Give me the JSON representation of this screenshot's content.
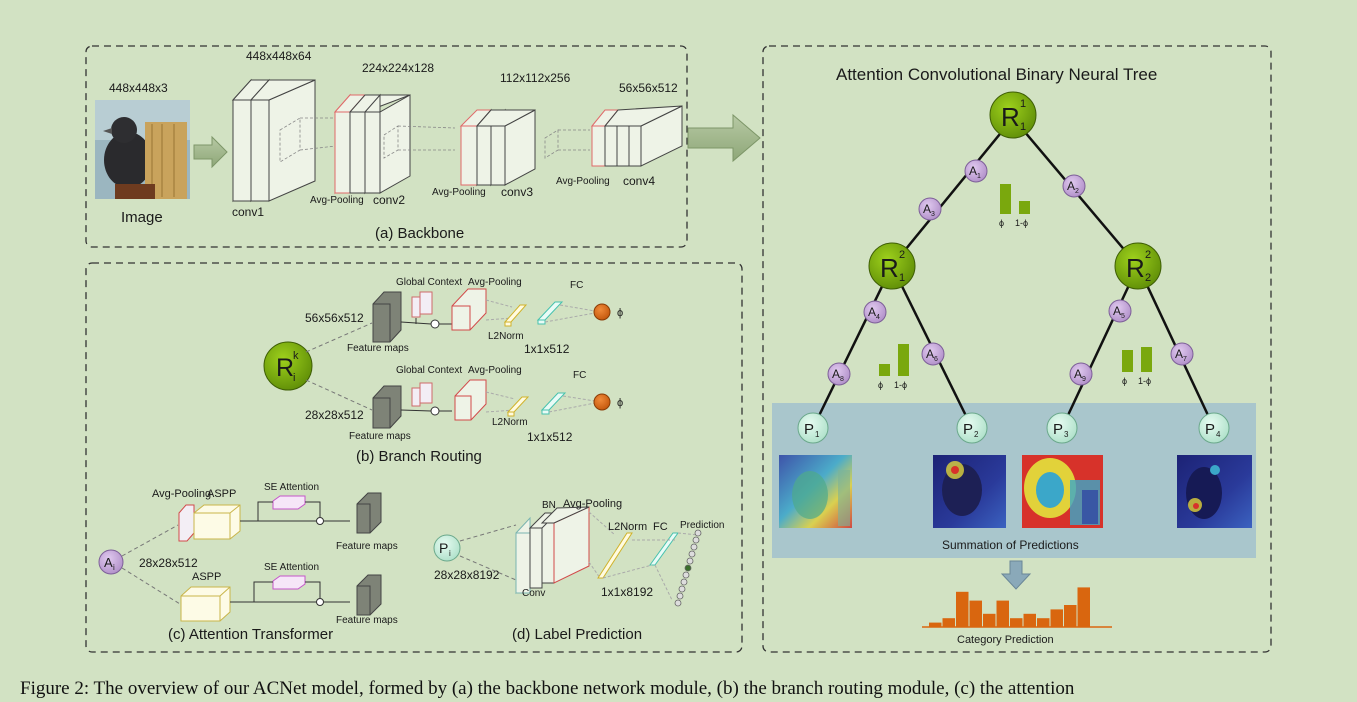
{
  "figure": {
    "caption": "Figure 2: The overview of our ACNet model, formed by (a) the backbone network module, (b) the branch routing module, (c) the attention",
    "backbone": {
      "title": "(a) Backbone",
      "image_size": "448x448x3",
      "image_label": "Image",
      "dims": [
        "448x448x64",
        "224x224x128",
        "112x112x256",
        "56x56x512"
      ],
      "conv_labels": [
        "conv1",
        "conv2",
        "conv3",
        "conv4"
      ],
      "pool_label": "Avg-Pooling"
    },
    "tree": {
      "title": "Attention Convolutional Binary Neural Tree",
      "root": {
        "base": "R",
        "sup": "1",
        "sub": "1"
      },
      "level2": [
        {
          "base": "R",
          "sup": "2",
          "sub": "1"
        },
        {
          "base": "R",
          "sup": "2",
          "sub": "2"
        }
      ],
      "attention_nodes": [
        {
          "base": "A",
          "sub": "1"
        },
        {
          "base": "A",
          "sub": "2"
        },
        {
          "base": "A",
          "sub": "3"
        },
        {
          "base": "A",
          "sub": "4"
        },
        {
          "base": "A",
          "sub": "5"
        },
        {
          "base": "A",
          "sub": "6"
        },
        {
          "base": "A",
          "sub": "7"
        },
        {
          "base": "A",
          "sub": "8"
        },
        {
          "base": "A",
          "sub": "9"
        }
      ],
      "leaves": [
        {
          "base": "P",
          "sub": "1"
        },
        {
          "base": "P",
          "sub": "2"
        },
        {
          "base": "P",
          "sub": "3"
        },
        {
          "base": "P",
          "sub": "4"
        }
      ],
      "phi_label": "ϕ",
      "one_minus_phi_label": "1-ϕ",
      "summation_label": "Summation of Predictions",
      "category_label": "Category Prediction",
      "category_bars": [
        1,
        2,
        8,
        6,
        3,
        6,
        2,
        3,
        2,
        4,
        5,
        9
      ]
    },
    "branch_routing": {
      "title": "(b) Branch Routing",
      "node": {
        "base": "R",
        "sup": "k",
        "sub": "i"
      },
      "top": {
        "dim": "56x56x512",
        "fc_out": "1x1x512"
      },
      "bottom": {
        "dim": "28x28x512",
        "fc_out": "1x1x512"
      },
      "global_context": "Global Context",
      "avg_pooling": "Avg-Pooling",
      "fc": "FC",
      "l2norm": "L2Norm",
      "feature_maps": "Feature maps",
      "phi": "ϕ"
    },
    "attention_transformer": {
      "title": "(c) Attention Transformer",
      "node": {
        "base": "A",
        "sub": "i"
      },
      "dim": "28x28x512",
      "avg_pooling": "Avg-Pooling",
      "aspp": "ASPP",
      "se_attention": "SE Attention",
      "feature_maps": "Feature maps"
    },
    "label_prediction": {
      "title": "(d) Label Prediction",
      "node": {
        "base": "P",
        "sub": "i"
      },
      "dim": "28x28x8192",
      "bn": "BN",
      "avg_pooling": "Avg-Pooling",
      "conv": "Conv",
      "l2norm": "L2Norm",
      "fc": "FC",
      "prediction": "Prediction",
      "fc_out": "1x1x8192"
    },
    "colors": {
      "background": "#d2e2c3",
      "node_green": "#6f9e0c",
      "node_purple": "#c5a9d8",
      "node_teal": "#c6ead9",
      "bar_green": "#7aa80d",
      "bar_orange": "#d9660f",
      "panel_blue": "#a4c3cd"
    }
  }
}
